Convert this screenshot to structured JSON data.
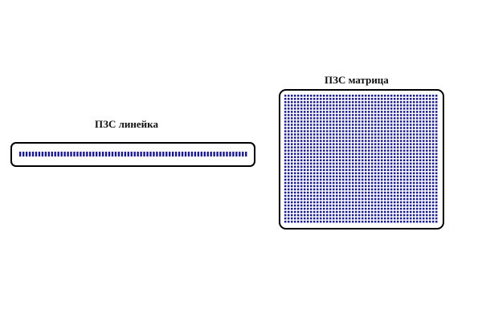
{
  "line_sensor": {
    "label": "ПЗС линейка",
    "pixel_count": 72
  },
  "matrix_sensor": {
    "label": "ПЗС матрица",
    "columns": 48,
    "rows": 40
  },
  "colors": {
    "pixel": "#1a1a8f",
    "frame": "#000000",
    "background": "#ffffff"
  }
}
